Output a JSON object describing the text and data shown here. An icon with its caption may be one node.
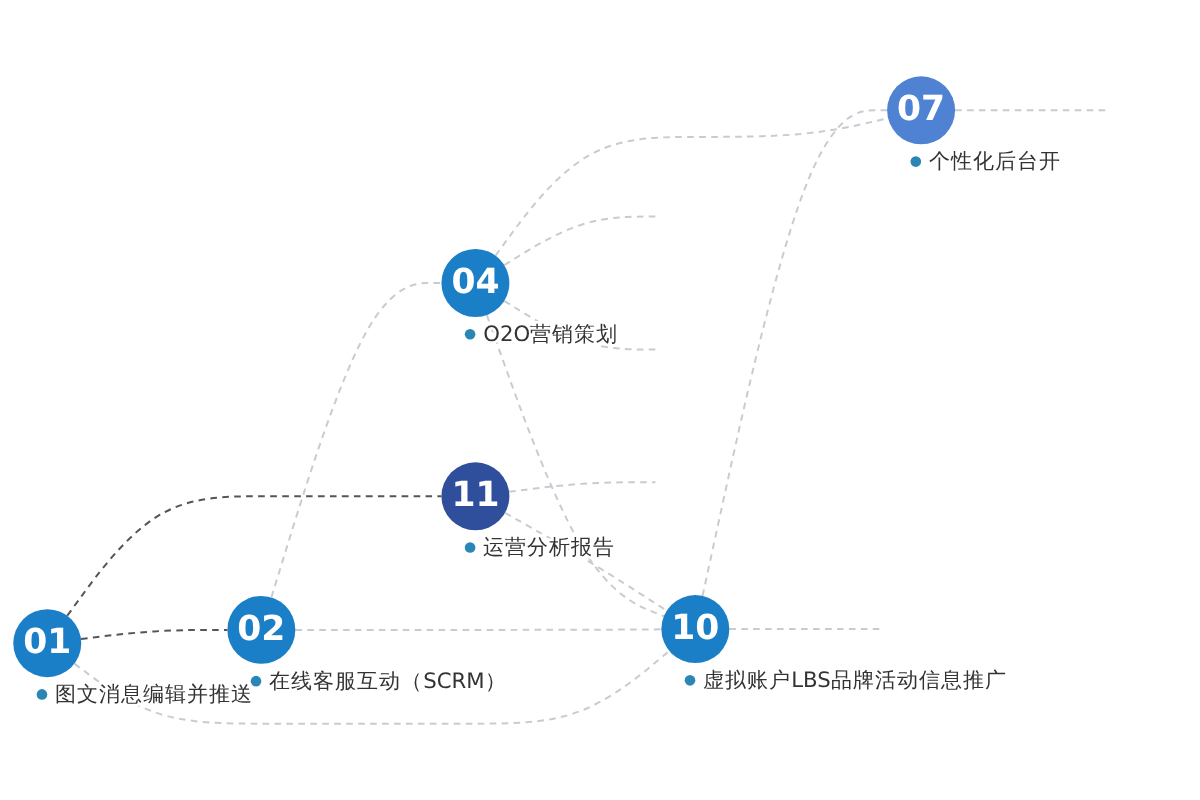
{
  "diagram": {
    "nodes": [
      {
        "text": [
          "02"
        ],
        "beside": [
          "在线客服互动（SCRM）"
        ]
      },
      {
        "text": [
          "01"
        ],
        "beside": [
          "图文消息编辑并推送"
        ]
      },
      {
        "text": [
          "04"
        ],
        "beside": [
          "O2O营销策划"
        ]
      },
      {
        "text": [
          "07"
        ],
        "beside": [
          "个性化后台开"
        ]
      },
      {
        "text": [
          "10"
        ],
        "beside": [
          "虚拟账户LBS品牌活动信息推广"
        ]
      },
      {
        "text": [
          "11"
        ],
        "beside": [
          "运营分析报告"
        ]
      }
    ],
    "edges": [
      {
        "from": 1,
        "to": 0,
        "arrow": "none",
        "style": "dashed",
        "color": "#555555"
      },
      {
        "from": 1,
        "to": 5,
        "arrow": "none",
        "style": "dashed",
        "color": "#555555"
      },
      {
        "from": 1,
        "to": 4,
        "arrow": "none",
        "style": "dashed"
      },
      {
        "from": 0,
        "to": 4,
        "arrow": "none",
        "style": "dashed"
      },
      {
        "from": 0,
        "to": 2,
        "arrow": "none",
        "style": "dashed"
      },
      {
        "from": 2,
        "to": 4,
        "arrow": "none",
        "style": "dashed"
      },
      {
        "from": 2,
        "to": 3,
        "arrow": "none",
        "style": "dashed"
      },
      {
        "from": 4,
        "to": 3,
        "arrow": "none",
        "style": "dashed"
      },
      {
        "from": 5,
        "to": 4,
        "arrow": "none",
        "style": "dashed"
      },
      {
        "from": 2,
        "to": null,
        "arrow": "none",
        "style": "dashed"
      },
      {
        "from": 2,
        "to": null,
        "arrow": "none",
        "style": "dashed"
      },
      {
        "from": 3,
        "to": null,
        "arrow": "none",
        "style": "dashed"
      },
      {
        "from": 4,
        "to": null,
        "arrow": "none",
        "style": "dashed"
      },
      {
        "from": 5,
        "to": null,
        "arrow": "none",
        "style": "dashed"
      }
    ]
  }
}
